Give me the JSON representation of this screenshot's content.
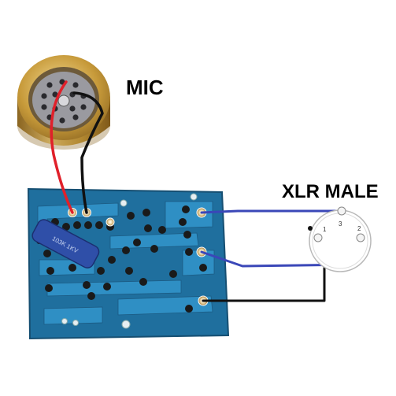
{
  "labels": {
    "mic": "MIC",
    "xlr": "XLR MALE"
  },
  "xlr_pins": [
    "1",
    "2",
    "3"
  ],
  "components": {
    "capacitor_marking": "103K 1KV"
  },
  "colors": {
    "wire_red": "#e0202a",
    "wire_black": "#111111",
    "wire_blue": "#3a47b8",
    "pcb_board": "#1f6f9e",
    "pcb_trace": "#2f8fc4",
    "solder": "#1a1a1a",
    "mic_brass": "#c79a3a",
    "capacitor_blue": "#2f4fa8"
  }
}
